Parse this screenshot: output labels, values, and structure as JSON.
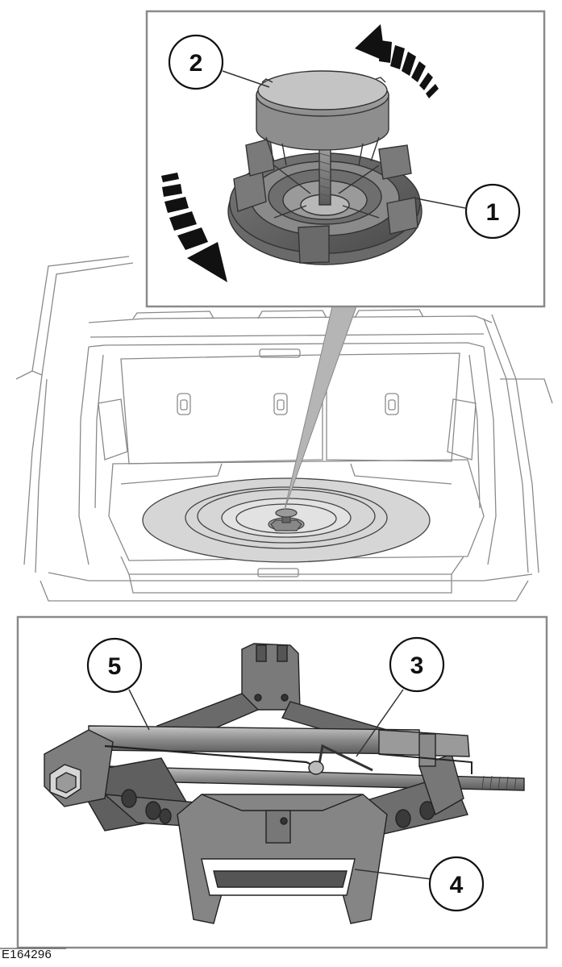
{
  "figure": {
    "reference_code": "E164296",
    "callouts": [
      {
        "id": "1",
        "label": "1",
        "part": "retaining-nut"
      },
      {
        "id": "2",
        "label": "2",
        "part": "cap"
      },
      {
        "id": "3",
        "label": "3",
        "part": "jack-handle"
      },
      {
        "id": "4",
        "label": "4",
        "part": "jack"
      },
      {
        "id": "5",
        "label": "5",
        "part": "wheel-brace"
      }
    ],
    "icons": [
      "rotate-clockwise-arrow",
      "rotate-counterclockwise-arrow"
    ],
    "colors": {
      "line": "#333333",
      "fill_light": "#d9d9d9",
      "fill_mid": "#9a9a9a",
      "fill_dark": "#555555",
      "frame": "#8a8a8a"
    }
  }
}
